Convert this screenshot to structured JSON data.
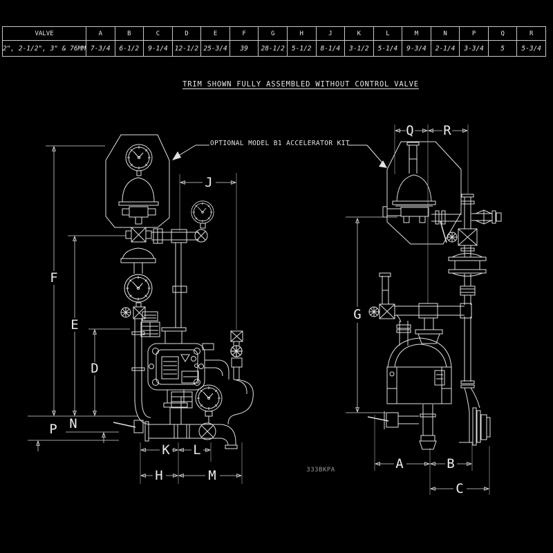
{
  "page": {
    "background": "#000000",
    "line_color": "#e2e2e2",
    "text_color": "#ececec",
    "muted_color": "#9a9a9a"
  },
  "table": {
    "col_headers": [
      "VALVE",
      "A",
      "B",
      "C",
      "D",
      "E",
      "F",
      "G",
      "H",
      "J",
      "K",
      "L",
      "M",
      "N",
      "P",
      "Q",
      "R"
    ],
    "rows": [
      {
        "valve": "2\", 2-1/2\", 3\" & 76MM",
        "values": [
          "7-3/4",
          "6-1/2",
          "9-1/4",
          "12-1/2",
          "25-3/4",
          "39",
          "28-1/2",
          "5-1/2",
          "8-1/4",
          "3-1/2",
          "5-1/4",
          "9-3/4",
          "2-1/4",
          "3-3/4",
          "5",
          "5-3/4"
        ]
      }
    ]
  },
  "title": "TRIM SHOWN FULLY ASSEMBLED WITHOUT CONTROL VALVE",
  "callout": "OPTIONAL MODEL B1 ACCELERATOR KIT",
  "drawing_number": "333BKPA",
  "dimensions": {
    "left_view": {
      "f": "F",
      "e": "E",
      "d": "D",
      "p": "P",
      "n": "N",
      "j": "J",
      "k": "K",
      "l": "L",
      "h": "H",
      "m": "M"
    },
    "right_view": {
      "q": "Q",
      "r": "R",
      "g": "G",
      "a": "A",
      "b": "B",
      "c": "C"
    }
  }
}
